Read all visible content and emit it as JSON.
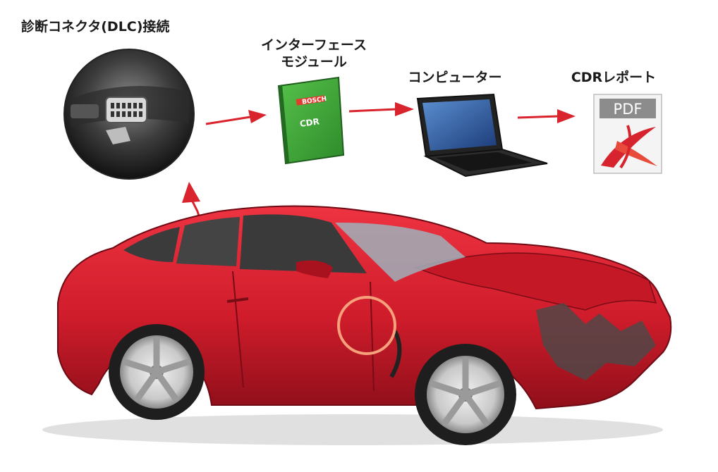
{
  "labels": {
    "dlc": "診断コネクタ(DLC)接続",
    "interface_line1": "インターフェース",
    "interface_line2": "モジュール",
    "computer": "コンピューター",
    "report": "CDRレポート"
  },
  "module_brand": "BOSCH",
  "module_logo": "CDR",
  "pdf_text": "PDF",
  "icons": {
    "arrow": "arrow-right-icon",
    "pdf": "pdf-document-icon"
  },
  "colors": {
    "arrow": "#d9232d",
    "car_body": "#d01e2c",
    "module_green": "#3ca336",
    "highlight_ring": "#f6a17b"
  }
}
